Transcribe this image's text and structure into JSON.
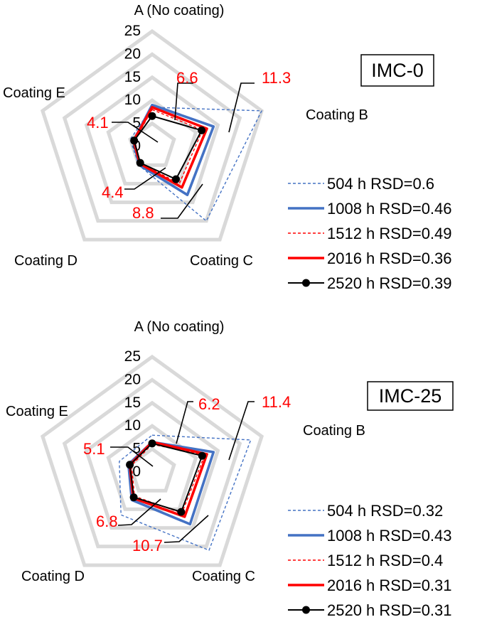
{
  "chart_data": [
    {
      "type": "radar",
      "title": "IMC-0",
      "axes": [
        "A (No coating)",
        "Coating B",
        "Coating C",
        "Coating D",
        "Coating E"
      ],
      "rlim": [
        0,
        25
      ],
      "ticks": [
        "0",
        "5",
        "10",
        "15",
        "20",
        "25"
      ],
      "series": [
        {
          "name": "504 h RSD=0.6",
          "values": [
            8.5,
            25,
            20,
            5,
            5
          ],
          "color": "#4472C4",
          "style": "dashed-thin"
        },
        {
          "name": "1008 h RSD=0.46",
          "values": [
            9,
            14,
            13,
            4.9,
            4.2
          ],
          "color": "#4472C4",
          "style": "solid-thick"
        },
        {
          "name": "1512 h RSD=0.49",
          "values": [
            8,
            11.5,
            10,
            4.4,
            4
          ],
          "color": "#FF0000",
          "style": "dashed-thin"
        },
        {
          "name": "2016 h RSD=0.36",
          "values": [
            8.5,
            12.5,
            11,
            4.6,
            4.2
          ],
          "color": "#FF0000",
          "style": "solid-thick"
        },
        {
          "name": "2520 h RSD=0.39",
          "values": [
            6.6,
            11.3,
            8.8,
            4.4,
            4.1
          ],
          "color": "#000000",
          "style": "solid-marker"
        }
      ],
      "annotations": [
        {
          "text": "6.6",
          "axis": 0
        },
        {
          "text": "11.3",
          "axis": 1
        },
        {
          "text": "8.8",
          "axis": 2
        },
        {
          "text": "4.4",
          "axis": 3
        },
        {
          "text": "4.1",
          "axis": 4
        }
      ],
      "grid": true,
      "legend_position": "right"
    },
    {
      "type": "radar",
      "title": "IMC-25",
      "axes": [
        "A (No coating)",
        "Coating B",
        "Coating C",
        "Coating D",
        "Coating E"
      ],
      "rlim": [
        0,
        25
      ],
      "ticks": [
        "0",
        "5",
        "10",
        "15",
        "20",
        "25"
      ],
      "series": [
        {
          "name": "504 h RSD=0.32",
          "values": [
            8,
            22.5,
            21,
            11.5,
            7.5
          ],
          "color": "#4472C4",
          "style": "dashed-thin"
        },
        {
          "name": "1008 h RSD=0.43",
          "values": [
            6.5,
            14,
            14,
            7.5,
            5.4
          ],
          "color": "#4472C4",
          "style": "solid-thick"
        },
        {
          "name": "1512 h RSD=0.4",
          "values": [
            6,
            12,
            11,
            6.5,
            4.7
          ],
          "color": "#FF0000",
          "style": "dashed-thin"
        },
        {
          "name": "2016 h RSD=0.31",
          "values": [
            6.5,
            12.5,
            12,
            7,
            5.1
          ],
          "color": "#FF0000",
          "style": "solid-thick"
        },
        {
          "name": "2520 h RSD=0.31",
          "values": [
            6.2,
            11.4,
            10.7,
            6.8,
            5.1
          ],
          "color": "#000000",
          "style": "solid-marker"
        }
      ],
      "annotations": [
        {
          "text": "6.2",
          "axis": 0
        },
        {
          "text": "11.4",
          "axis": 1
        },
        {
          "text": "10.7",
          "axis": 2
        },
        {
          "text": "6.8",
          "axis": 3
        },
        {
          "text": "5.1",
          "axis": 4
        }
      ],
      "grid": true,
      "legend_position": "right"
    }
  ]
}
